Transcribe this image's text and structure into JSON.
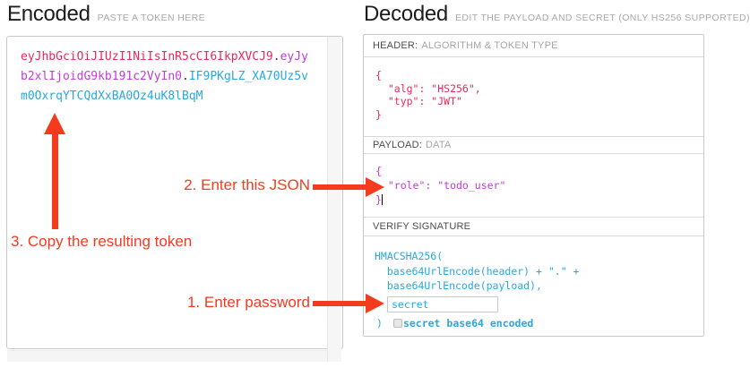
{
  "encoded": {
    "title": "Encoded",
    "subtitle": "PASTE A TOKEN HERE",
    "token": {
      "header_part": "eyJhbGciOiJIUzI1NiIsInR5cCI6IkpXVCJ9",
      "dot1": ".",
      "payload_part": "eyJyb2xlIjoidG9kb191c2VyIn0",
      "dot2": ".",
      "signature_part": "IF9PKgLZ_XA70Uz5vm0OxrqYTCQdXxBA0Oz4uK8lBqM"
    }
  },
  "decoded": {
    "title": "Decoded",
    "subtitle": "EDIT THE PAYLOAD AND SECRET (ONLY HS256 SUPPORTED)",
    "header_section": {
      "label_strong": "HEADER:",
      "label_light": "ALGORITHM & TOKEN TYPE",
      "json": "{\n  \"alg\": \"HS256\",\n  \"typ\": \"JWT\"\n}"
    },
    "payload_section": {
      "label_strong": "PAYLOAD:",
      "label_light": "DATA",
      "json": "{\n  \"role\": \"todo_user\"\n}"
    },
    "signature_section": {
      "label": "VERIFY SIGNATURE",
      "code": "HMACSHA256(\n  base64UrlEncode(header) + \".\" +\n  base64UrlEncode(payload),",
      "secret_value": "secret",
      "close_paren": ")",
      "checkbox_label": "secret base64 encoded",
      "checkbox_checked": false
    }
  },
  "annotations": {
    "step1": "1. Enter password",
    "step2": "2. Enter this JSON",
    "step3": "3. Copy the resulting token"
  },
  "colors": {
    "token_header": "#e8295b",
    "token_payload": "#c13bdb",
    "token_signature": "#28a8df",
    "annotation": "#f43b1e"
  }
}
